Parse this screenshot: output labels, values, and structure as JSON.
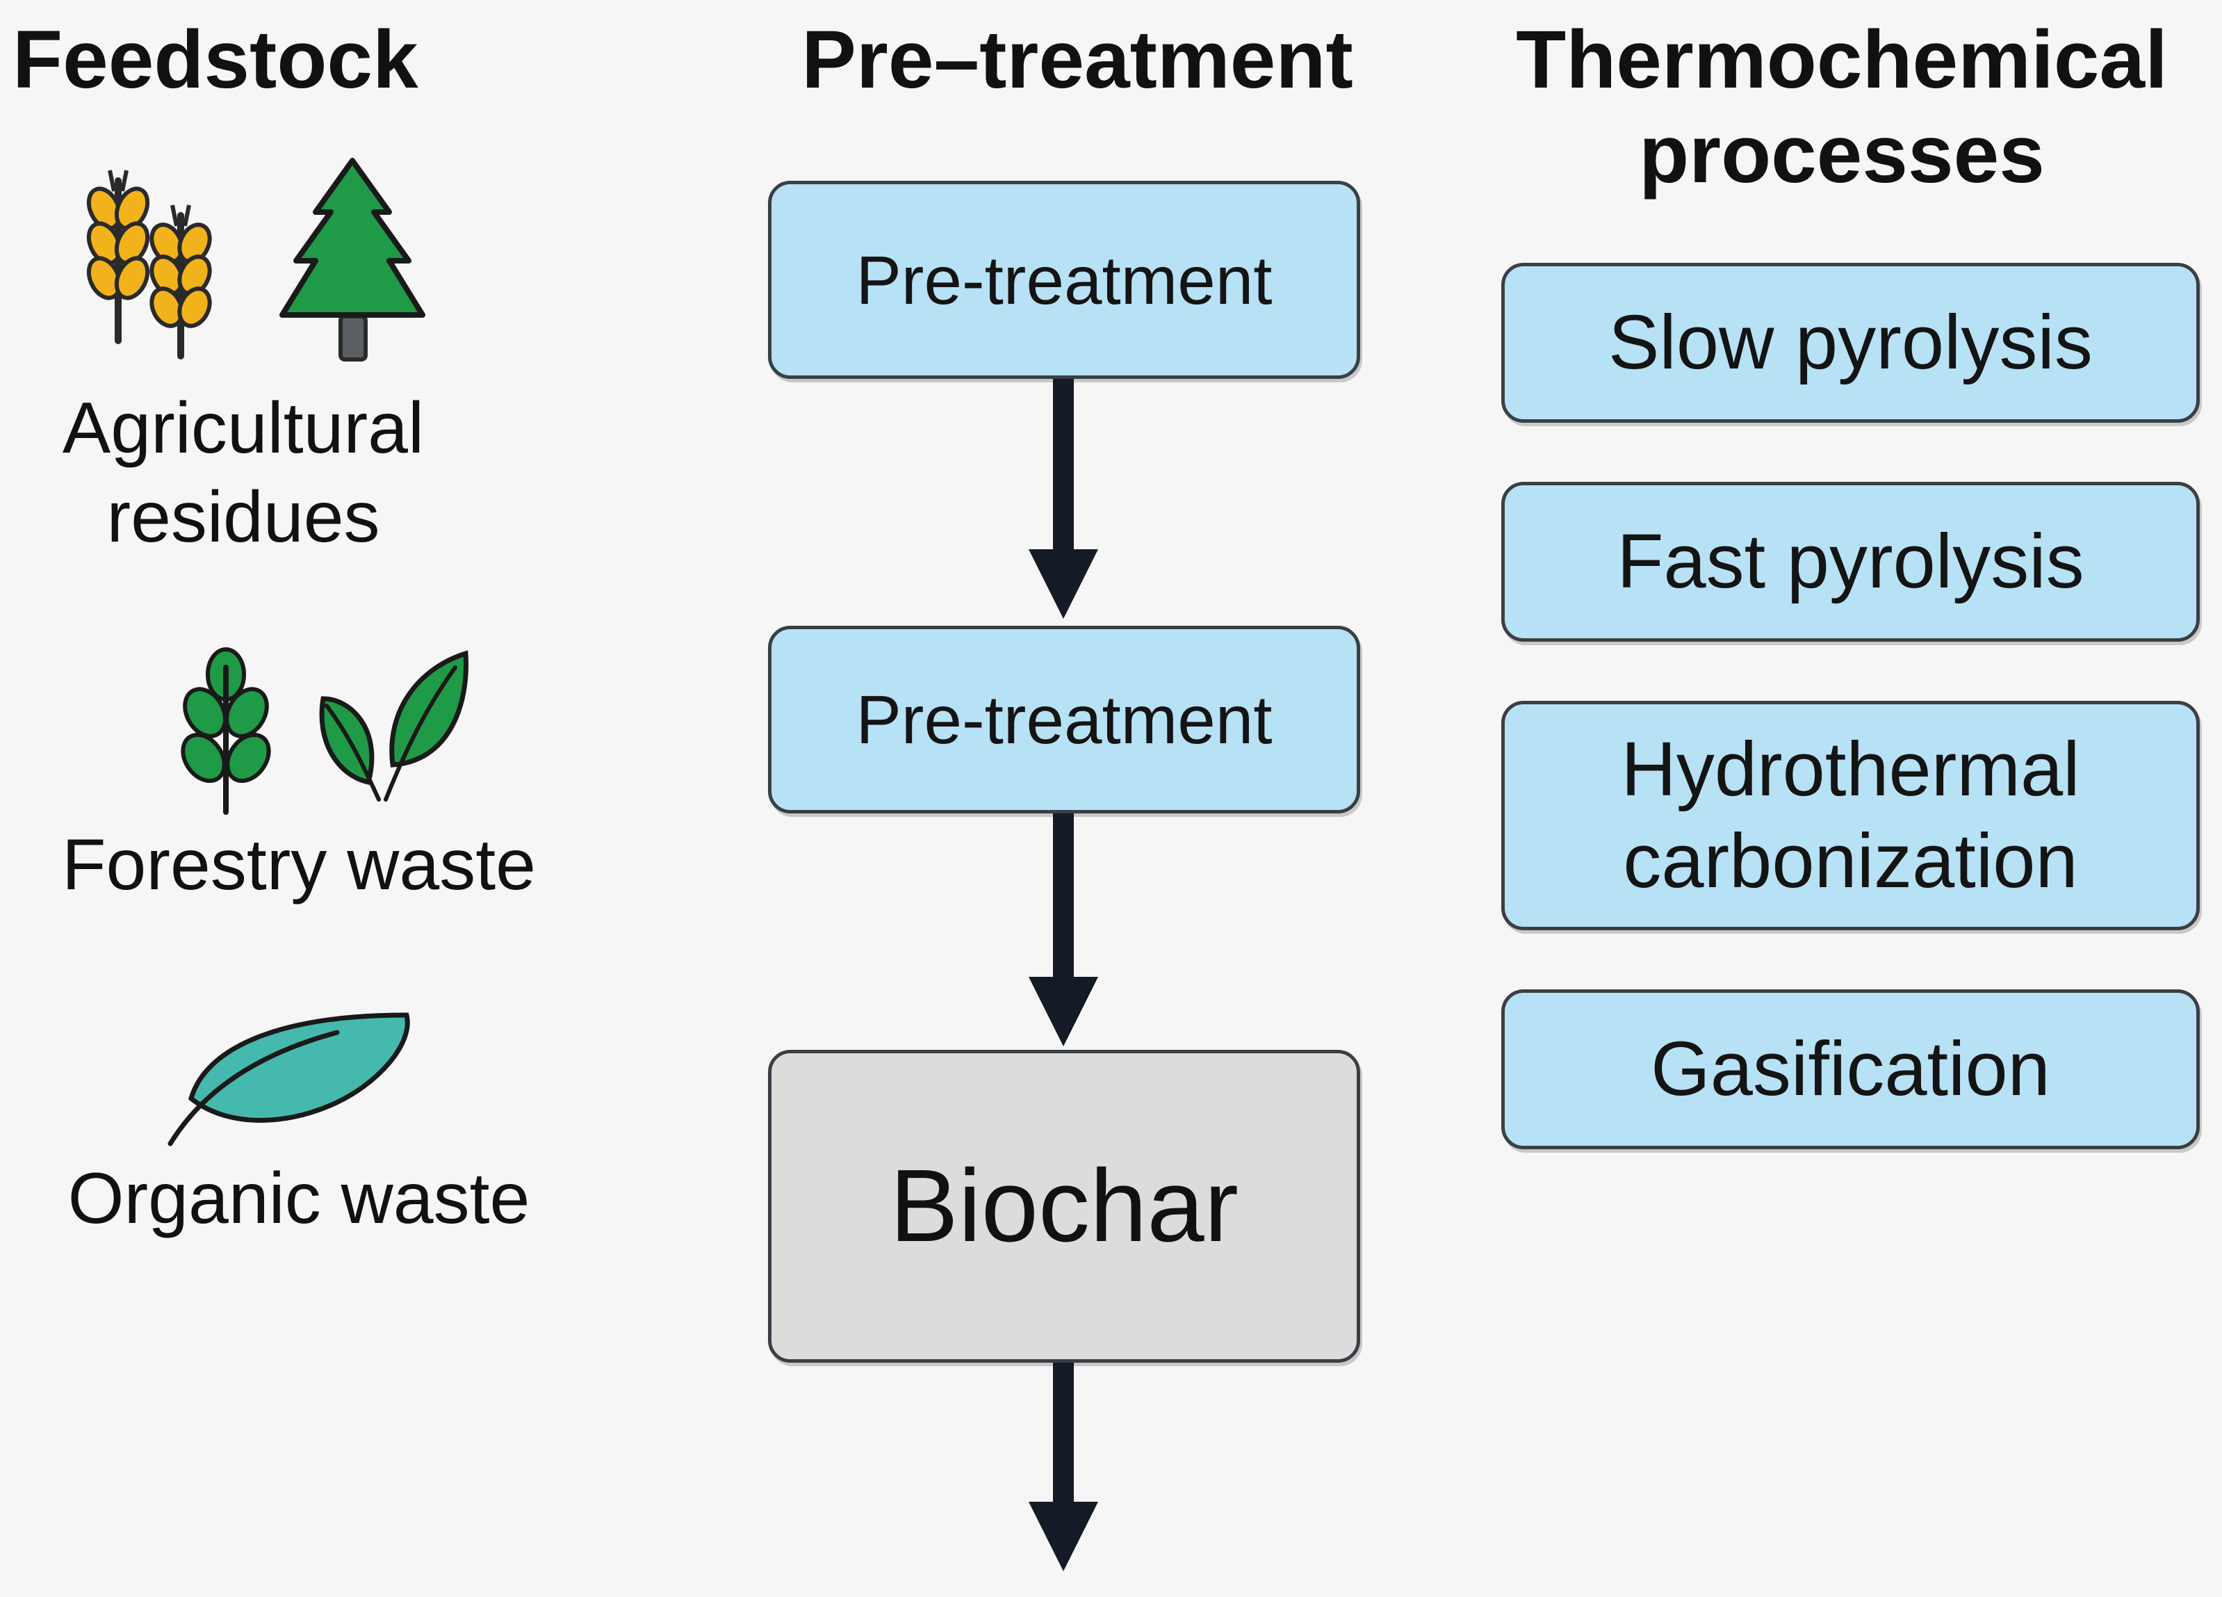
{
  "columns": {
    "feedstock": {
      "title": "Feedstock"
    },
    "pretreatment": {
      "title": "Pre–treatment"
    },
    "thermochemical": {
      "title": "Thermochemical\nprocesses"
    }
  },
  "feedstock": [
    {
      "label": "Agricultural\nresidues",
      "icons": [
        "wheat-icon",
        "wheat-icon",
        "pine-tree-icon"
      ]
    },
    {
      "label": "Forestry waste",
      "icons": [
        "leafy-branch-icon",
        "two-leaves-icon"
      ]
    },
    {
      "label": "Organic waste",
      "icons": [
        "leaf-icon"
      ]
    }
  ],
  "flow": {
    "steps": [
      "Pre-treatment",
      "Pre-treatment"
    ],
    "product": "Biochar"
  },
  "processes": [
    "Slow pyrolysis",
    "Fast pyrolysis",
    "Hydrothermal\ncarbonization",
    "Gasification"
  ],
  "colors": {
    "process_box": "#b7e1f5",
    "product_box": "#dcdcdc",
    "arrow": "#141a26",
    "wheat": "#f2b21b",
    "tree": "#1f9a47",
    "leaf_teal": "#46b9ae"
  }
}
